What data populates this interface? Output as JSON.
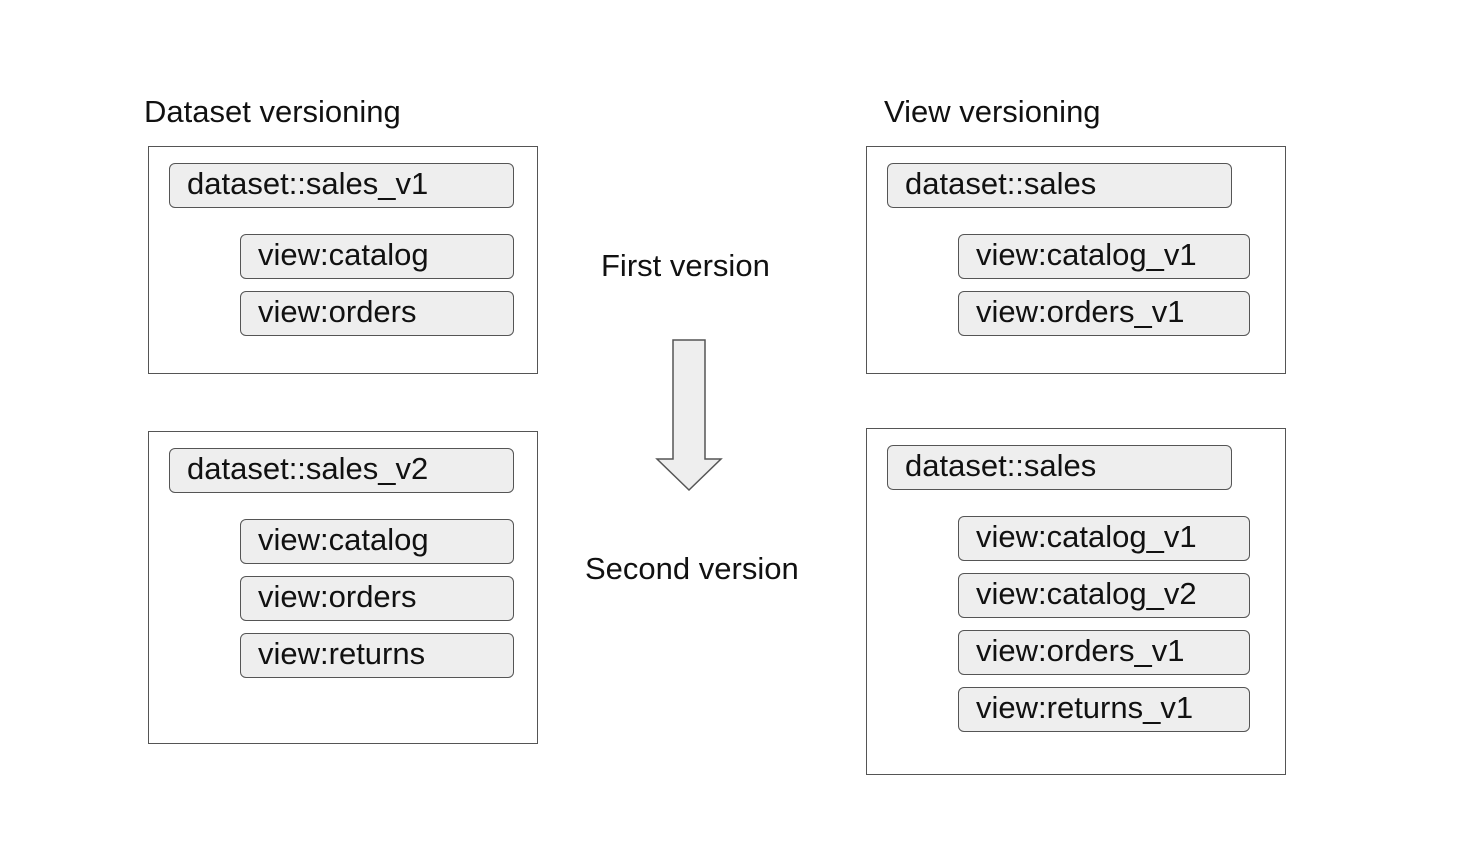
{
  "left": {
    "title": "Dataset versioning",
    "first": {
      "dataset": "dataset::sales_v1",
      "views": [
        "view:catalog",
        "view:orders"
      ]
    },
    "second": {
      "dataset": "dataset::sales_v2",
      "views": [
        "view:catalog",
        "view:orders",
        "view:returns"
      ]
    }
  },
  "right": {
    "title": "View versioning",
    "first": {
      "dataset": "dataset::sales",
      "views": [
        "view:catalog_v1",
        "view:orders_v1"
      ]
    },
    "second": {
      "dataset": "dataset::sales",
      "views": [
        "view:catalog_v1",
        "view:catalog_v2",
        "view:orders_v1",
        "view:returns_v1"
      ]
    }
  },
  "middle": {
    "first_label": "First version",
    "second_label": "Second version"
  },
  "colors": {
    "node_fill": "#eeeeee",
    "stroke": "#555555",
    "arrow_fill": "#eeeeee"
  }
}
